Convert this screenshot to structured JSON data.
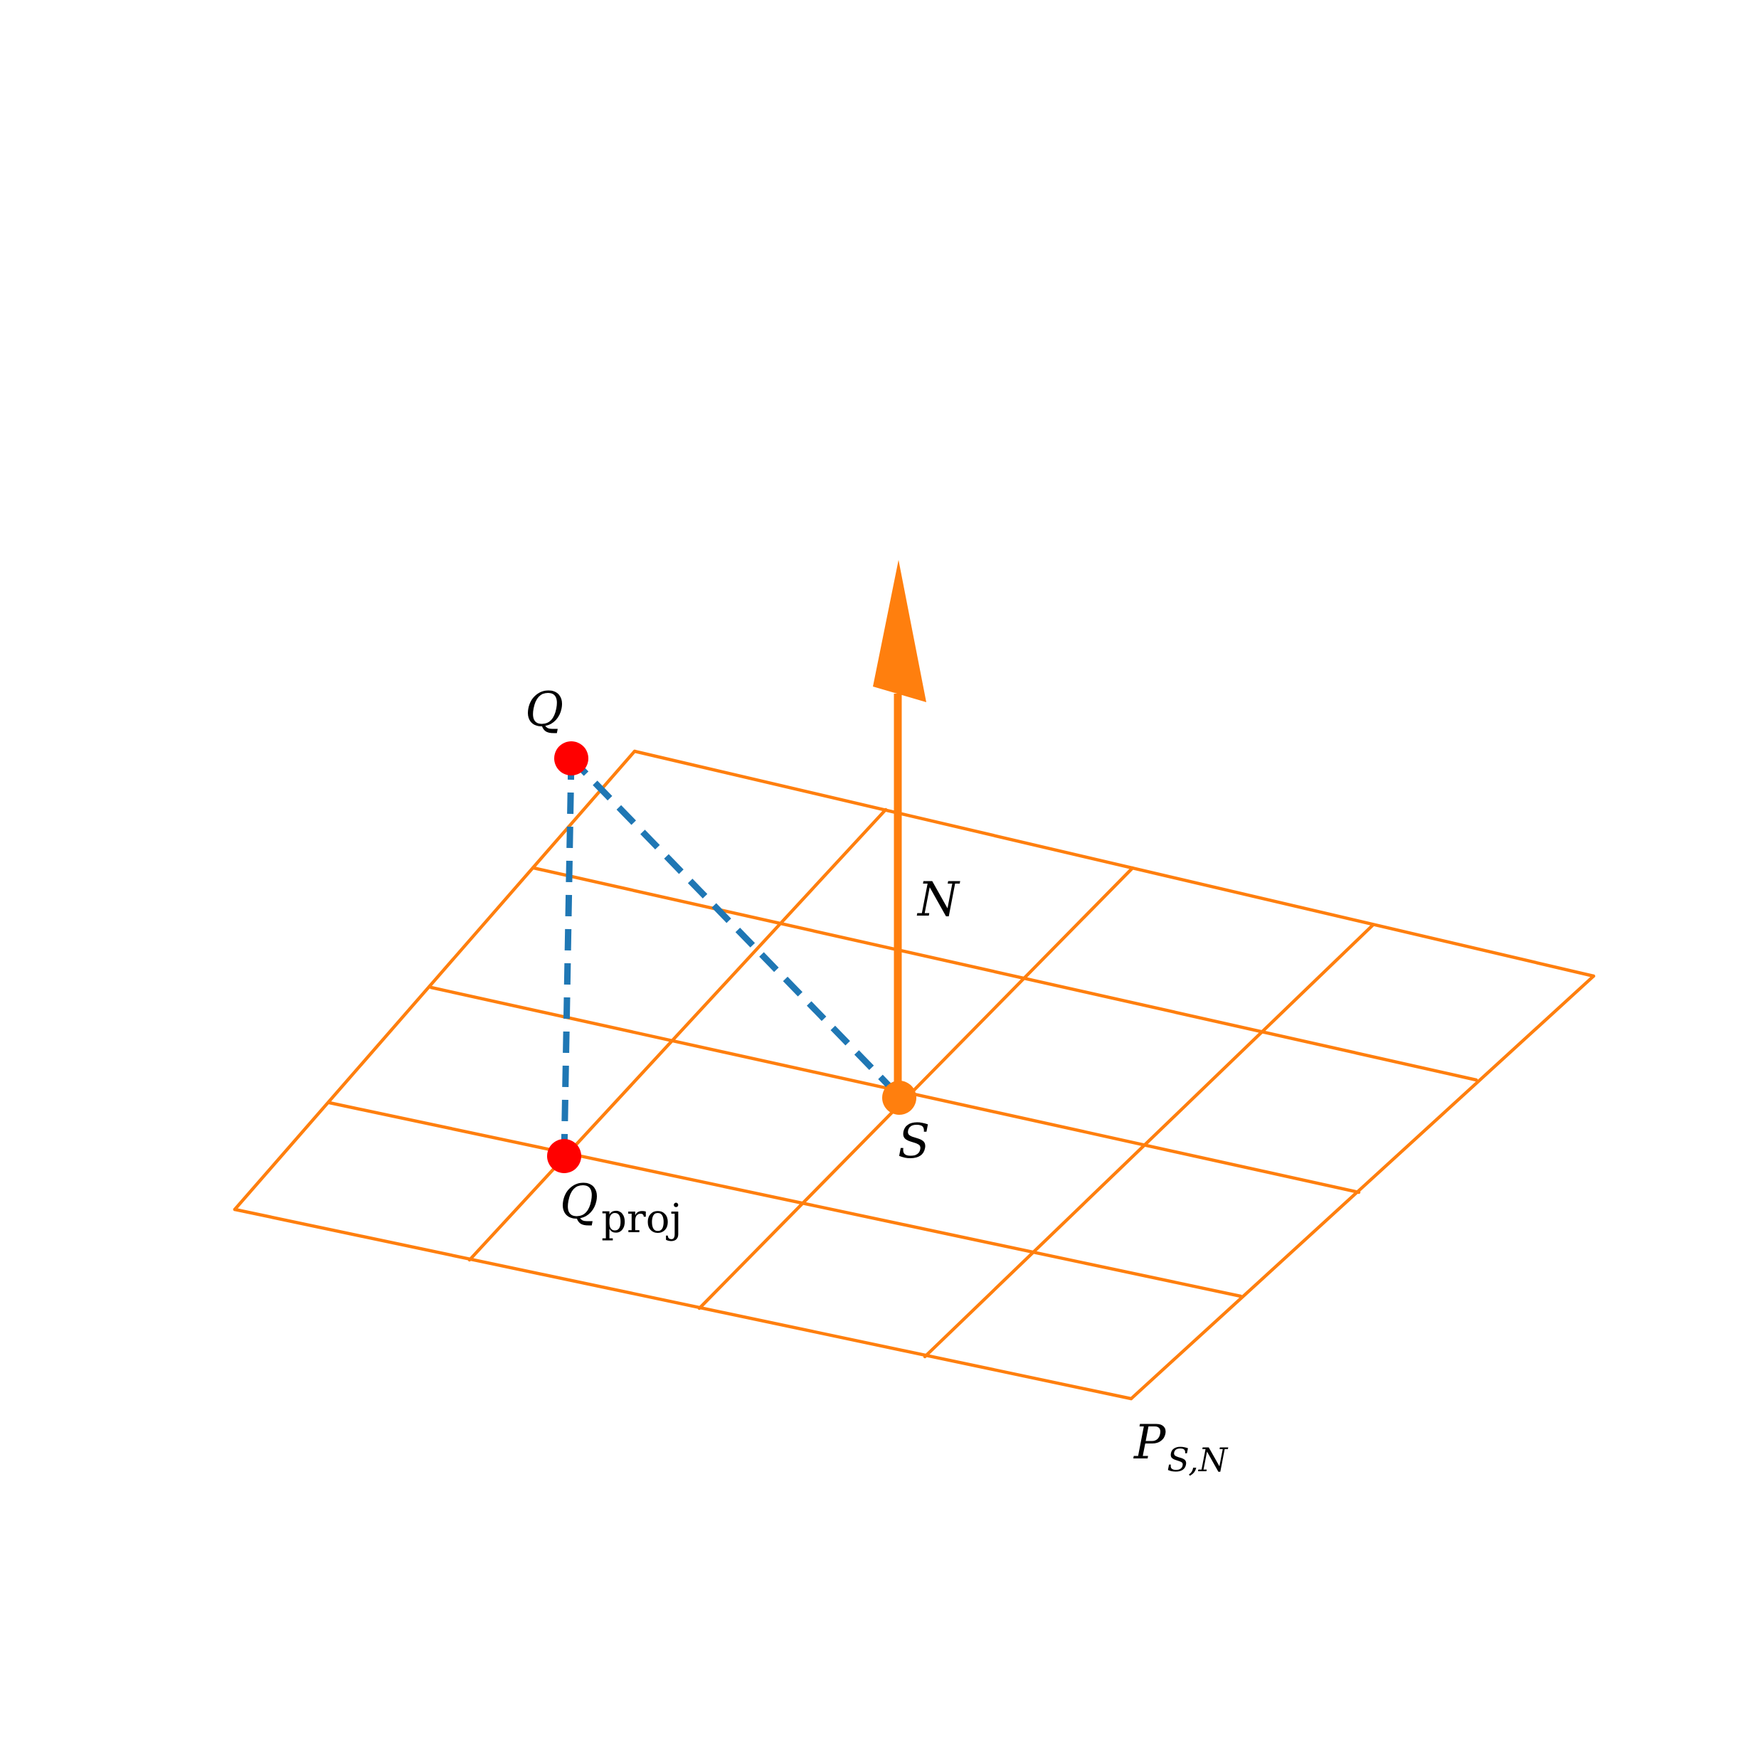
{
  "colors": {
    "plane": "#ff7f0e",
    "normal": "#ff7f0e",
    "point_s": "#ff7f0e",
    "points_q": "#ff0000",
    "dashed": "#1f77b4",
    "background": "#ffffff"
  },
  "labels": {
    "q": "Q",
    "q_proj_main": "Q",
    "q_proj_sub": "proj",
    "s": "S",
    "n": "N",
    "plane_main": "P",
    "plane_sub": "S,N"
  }
}
